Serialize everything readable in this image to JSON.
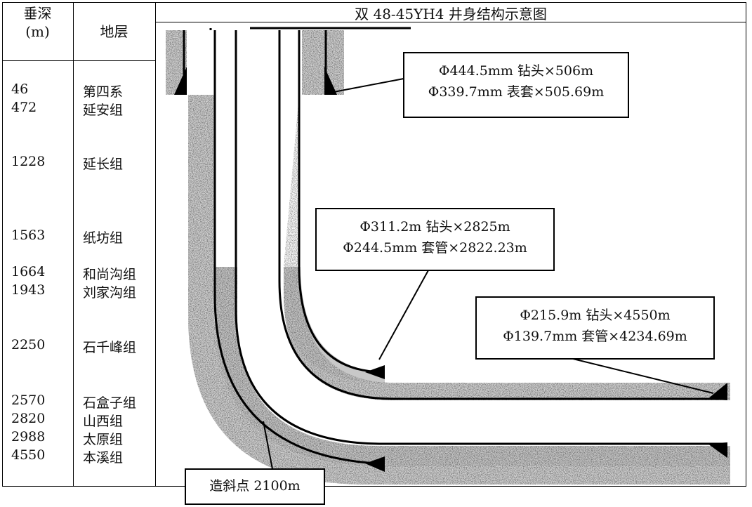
{
  "header": {
    "depth_label_line1": "垂深",
    "depth_label_line2": "(m)",
    "formation_label": "地层",
    "title": "双 48-45YH4 井身结构示意图"
  },
  "formations": [
    {
      "depth": "46",
      "name": "第四系"
    },
    {
      "depth": "472",
      "name": "延安组"
    },
    {
      "depth": "1228",
      "name": "延长组"
    },
    {
      "depth": "1563",
      "name": "纸坊组"
    },
    {
      "depth": "1664",
      "name": "和尚沟组"
    },
    {
      "depth": "1943",
      "name": "刘家沟组"
    },
    {
      "depth": "2250",
      "name": "石千峰组"
    },
    {
      "depth": "2570",
      "name": "石盒子组"
    },
    {
      "depth": "2820",
      "name": "山西组"
    },
    {
      "depth": "2988",
      "name": "太原组"
    },
    {
      "depth": "4550",
      "name": "本溪组"
    }
  ],
  "callouts": {
    "surface": {
      "line1": "Φ444.5mm 钻头×506m",
      "line2": "Φ339.7mm 表套×505.69m"
    },
    "intermediate": {
      "line1": "Φ311.2m 钻头×2825m",
      "line2": "Φ244.5mm 套管×2822.23m"
    },
    "production": {
      "line1": "Φ215.9m 钻头×4550m",
      "line2": "Φ139.7mm 套管×4234.69m"
    },
    "kickoff": {
      "label": "造斜点 2100m"
    }
  },
  "colors": {
    "cement": "#d2d2d2",
    "line": "#000000"
  }
}
